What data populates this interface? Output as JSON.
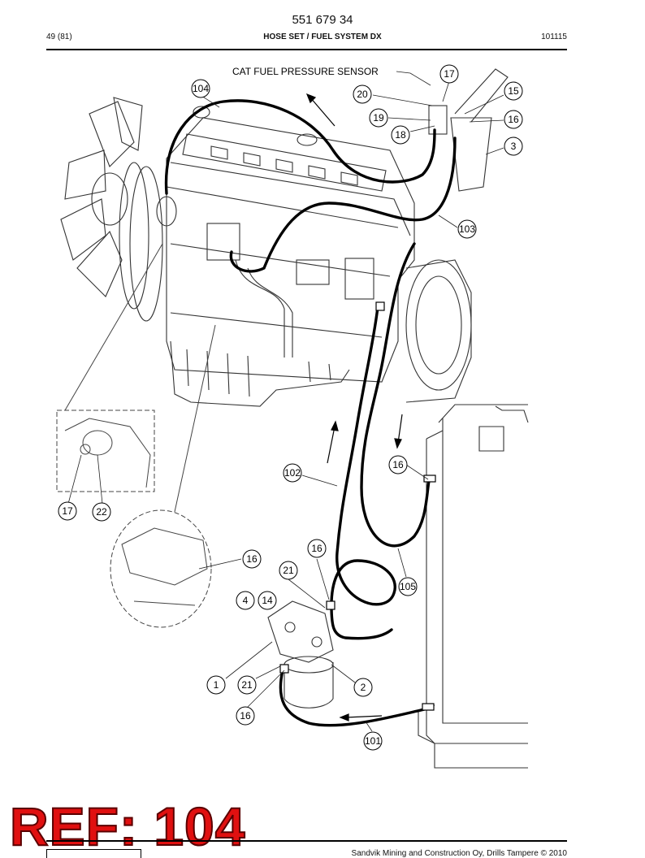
{
  "header": {
    "part_number": "551 679 34",
    "page_label": "49 (81)",
    "title": "HOSE SET / FUEL SYSTEM DX",
    "doc_code": "101115"
  },
  "drawing": {
    "sensor_label": "CAT FUEL PRESSURE SENSOR",
    "callouts": [
      "104",
      "17",
      "20",
      "15",
      "19",
      "16",
      "18",
      "3",
      "103",
      "102",
      "16",
      "105",
      "17",
      "22",
      "16",
      "16",
      "21",
      "4",
      "14",
      "1",
      "21",
      "2",
      "16",
      "101"
    ]
  },
  "stamp": {
    "text": "REF: 104"
  },
  "footer": {
    "copyright": "Sandvik Mining and Construction Oy, Drills Tampere © 2010"
  }
}
